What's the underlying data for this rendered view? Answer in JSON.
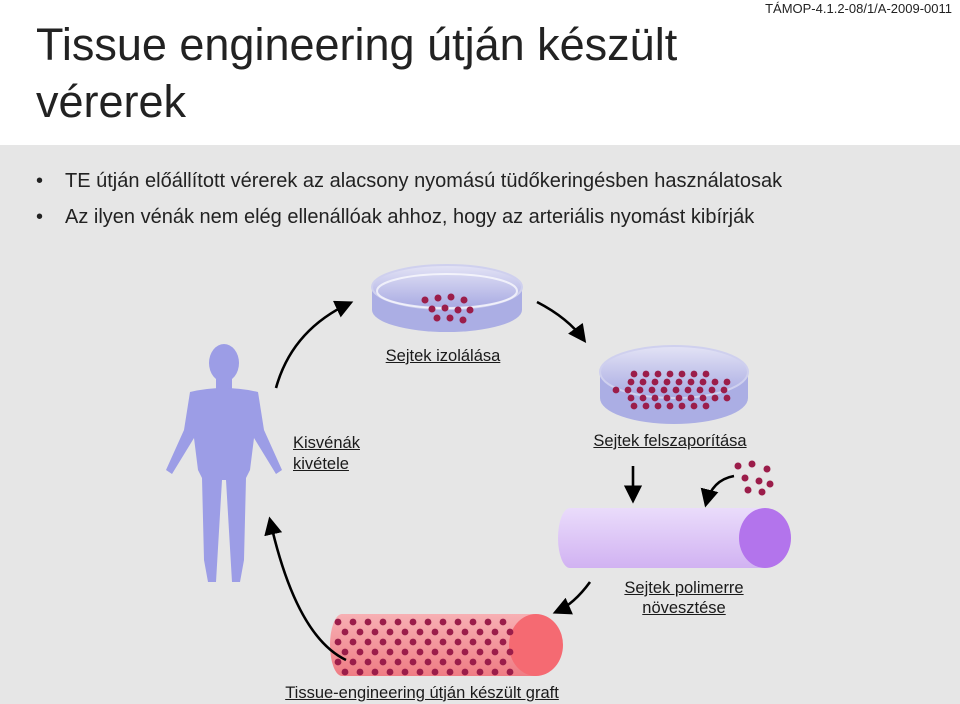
{
  "header": {
    "project_code": "TÁMOP-4.1.2-08/1/A-2009-0011",
    "title": "Tissue engineering útján készült vérerek"
  },
  "bullets": [
    {
      "text": "TE útján előállított vérerek az alacsony nyomású tüdőkeringésben használatosak"
    },
    {
      "text": "Az ilyen vénák nem elég ellenállóak ahhoz, hogy az arteriális nyomást kibírják"
    }
  ],
  "bullet_marker": "•",
  "diagram": {
    "labels": {
      "isolation": "Sejtek izolálása",
      "vein_removal_line1": "Kisvénák",
      "vein_removal_line2": "kivétele",
      "proliferation": "Sejtek felszaporítása",
      "polymer_line1": "Sejtek polimerre",
      "polymer_line2": "növesztése",
      "graft": "Tissue-engineering útján készült graft"
    },
    "icons": [
      "human-figure-icon",
      "petri-dish-icon",
      "polymer-tube-icon",
      "graft-tube-icon",
      "cycle-arrow-icon"
    ],
    "colors": {
      "background": "#e6e6e6",
      "figure": "#9c9de6",
      "cells": "#9b1d4a",
      "dish": "#b8b9e8",
      "tube": "#dcc0f5",
      "tube_end": "#b374ec",
      "graft": "#f38c92",
      "graft_end": "#f56a72"
    }
  }
}
